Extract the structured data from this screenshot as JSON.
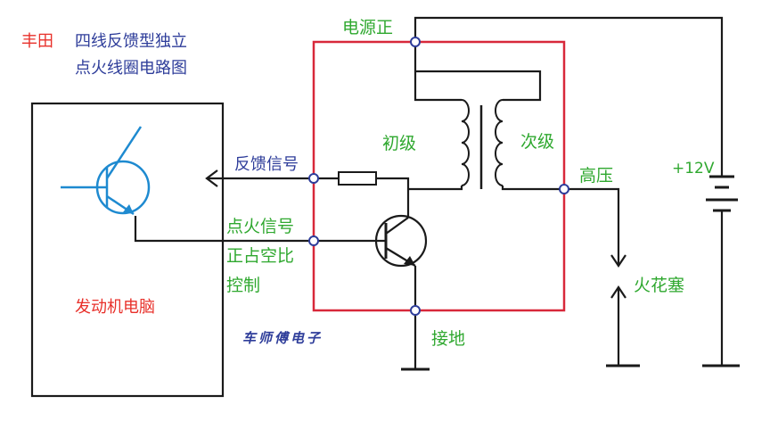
{
  "title": {
    "brand": "丰田",
    "line1": "四线反馈型独立",
    "line2": "点火线圈电路图"
  },
  "labels": {
    "ecu": "发动机电脑",
    "feedback_signal": "反馈信号",
    "ignition_signal": "点火信号",
    "duty_line1": "正占空比",
    "duty_line2": "控制",
    "power_positive": "电源正",
    "primary": "初级",
    "secondary": "次级",
    "high_voltage": "高压",
    "battery": "+12V",
    "spark_plug": "火花塞",
    "ground": "接地",
    "watermark": "车师傅电子"
  },
  "colors": {
    "title_brand": "#e8302a",
    "title_text": "#2e3d9a",
    "label_green": "#2fa82f",
    "coil_frame": "#d8283a",
    "ecu_transistor": "#1e8ad0",
    "wire": "#1a1a1a"
  }
}
